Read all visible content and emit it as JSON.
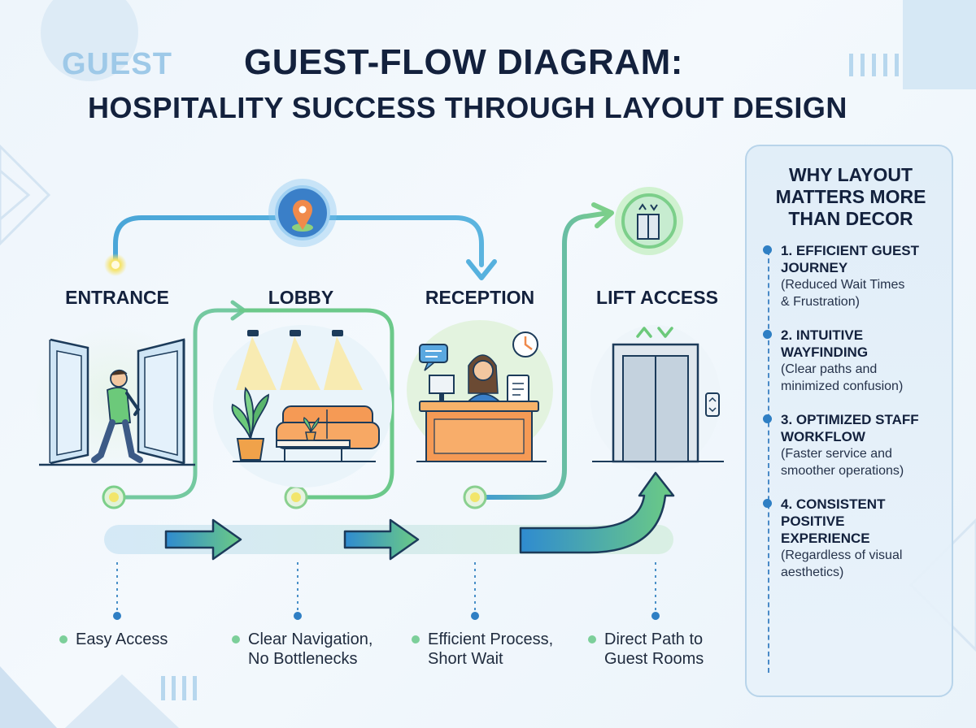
{
  "header": {
    "watermark": "GUEST",
    "title_line1": "GUEST-FLOW DIAGRAM:",
    "title_line2": "HOSPITALITY SUCCESS THROUGH LAYOUT DESIGN"
  },
  "stages": [
    {
      "label": "ENTRANCE",
      "benefit_line1": "Easy Access",
      "benefit_line2": ""
    },
    {
      "label": "LOBBY",
      "benefit_line1": "Clear Navigation,",
      "benefit_line2": "No Bottlenecks"
    },
    {
      "label": "RECEPTION",
      "benefit_line1": "Efficient Process,",
      "benefit_line2": "Short Wait"
    },
    {
      "label": "LIFT ACCESS",
      "benefit_line1": "Direct Path to",
      "benefit_line2": "Guest Rooms"
    }
  ],
  "panel": {
    "title_line1": "WHY LAYOUT",
    "title_line2": "MATTERS MORE",
    "title_line3": "THAN DECOR",
    "items": [
      {
        "title_line1": "1. EFFICIENT GUEST",
        "title_line2": "JOURNEY",
        "title_line3": "",
        "desc_line1": "(Reduced Wait Times",
        "desc_line2": "& Frustration)"
      },
      {
        "title_line1": "2. INTUITIVE",
        "title_line2": "WAYFINDING",
        "title_line3": "",
        "desc_line1": "(Clear paths and",
        "desc_line2": "minimized confusion)"
      },
      {
        "title_line1": "3. OPTIMIZED STAFF",
        "title_line2": "WORKFLOW",
        "title_line3": "",
        "desc_line1": "(Faster service and",
        "desc_line2": "smoother operations)"
      },
      {
        "title_line1": "4. CONSISTENT",
        "title_line2": "POSITIVE",
        "title_line3": "EXPERIENCE",
        "desc_line1": "(Regardless of visual",
        "desc_line2": "aesthetics)"
      }
    ]
  },
  "icons": {
    "top_node": "location-pin-icon",
    "lift_node": "elevator-icon"
  },
  "colors": {
    "title": "#13213d",
    "flow_blue": "#3f9ad6",
    "flow_green": "#6cc98a",
    "panel_dot": "#2f7fc4"
  }
}
